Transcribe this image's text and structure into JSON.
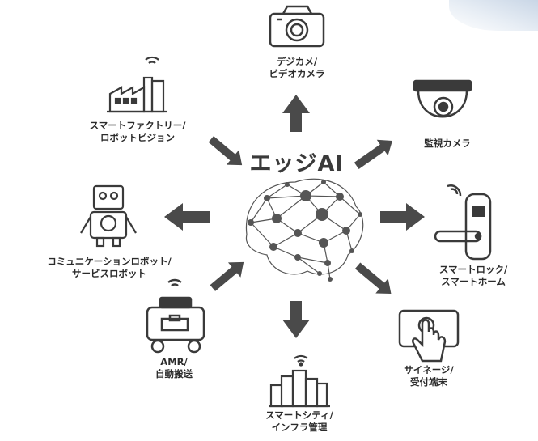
{
  "center": {
    "title": "エッジAI"
  },
  "nodes": [
    {
      "id": "camera",
      "icon": "camera-icon",
      "lines": [
        "デジカメ/",
        "ビデオカメラ"
      ]
    },
    {
      "id": "surveillance",
      "icon": "dome-camera-icon",
      "lines": [
        "監視カメラ"
      ]
    },
    {
      "id": "smartlock",
      "icon": "smart-lock-icon",
      "lines": [
        "スマートロック/",
        "スマートホーム"
      ]
    },
    {
      "id": "signage",
      "icon": "touch-panel-icon",
      "lines": [
        "サイネージ/",
        "受付端末"
      ]
    },
    {
      "id": "city",
      "icon": "city-buildings-icon",
      "lines": [
        "スマートシティ/",
        "インフラ管理"
      ]
    },
    {
      "id": "amr",
      "icon": "delivery-robot-icon",
      "lines": [
        "AMR/",
        "自動搬送"
      ]
    },
    {
      "id": "robot",
      "icon": "robot-icon",
      "lines": [
        "コミュニケーションロボット/",
        "サービスロボット"
      ]
    },
    {
      "id": "factory",
      "icon": "factory-icon",
      "lines": [
        "スマートファクトリー/",
        "ロボットビジョン"
      ]
    }
  ],
  "colors": {
    "ink": "#2b2b2b",
    "arrow": "#4a4a4a",
    "network": "#555555"
  }
}
